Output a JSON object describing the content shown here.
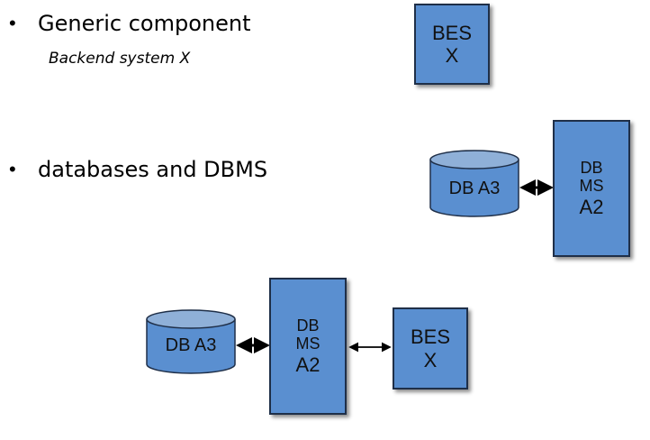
{
  "bullets": [
    {
      "text": "Generic component",
      "sub": "Backend system X"
    },
    {
      "text": "databases and DBMS"
    }
  ],
  "diagrams": {
    "generic": {
      "bes": [
        "BES",
        "X"
      ]
    },
    "db": {
      "db": "DB A3",
      "dbms": [
        "DB",
        "MS",
        "A2"
      ]
    },
    "full": {
      "db": "DB A3",
      "dbms": [
        "DB",
        "MS",
        "A2"
      ],
      "bes": [
        "BES",
        "X"
      ]
    }
  },
  "colors": {
    "box_fill": "#5a8fd0",
    "db_top": "#8fb0d8",
    "border": "#1f2f48"
  }
}
